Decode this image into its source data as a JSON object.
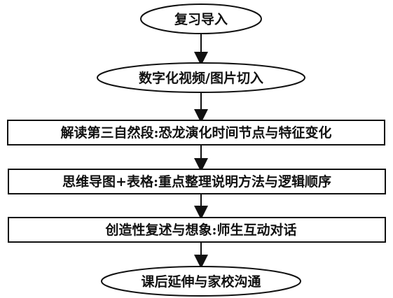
{
  "flowchart": {
    "steps": [
      {
        "label": "复习导入",
        "shape": "ellipse"
      },
      {
        "label": "数字化视频/图片切入",
        "shape": "ellipse"
      },
      {
        "label": "解读第三自然段:恐龙演化时间节点与特征变化",
        "shape": "rect"
      },
      {
        "label": "思维导图+表格:重点整理说明方法与逻辑顺序",
        "shape": "rect"
      },
      {
        "label": "创造性复述与想象:师生互动对话",
        "shape": "rect"
      },
      {
        "label": "课后延伸与家校沟通",
        "shape": "ellipse"
      }
    ]
  }
}
